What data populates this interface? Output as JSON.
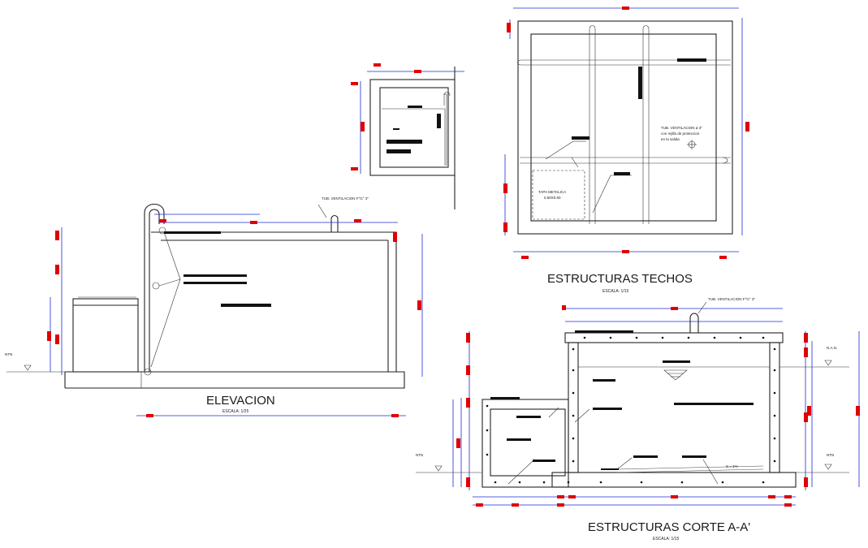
{
  "views": {
    "elevacion": {
      "title": "ELEVACION",
      "scale": "ESCALA: 1/25",
      "pipe_label": "TUB. VENTILACION    F°G° 3\"",
      "ntn_label": "NTN"
    },
    "techos": {
      "title": "ESTRUCTURAS TECHOS",
      "scale": "ESCALA: 1/15",
      "vent_note_line1": "TUB. VENTILACION ø 3\"",
      "vent_note_line2": "con rejilla de proteccion",
      "vent_note_line3": "en la salida",
      "lid_line1": "TAPA METALICA",
      "lid_line2": "0.60X0.60"
    },
    "corte": {
      "title": "ESTRUCTURAS CORTE A-A'",
      "scale": "ESCALA: 1/15",
      "pipe_label": "TUB. VENTILACION    F°G° 3\"",
      "nan_label": "N.A.N.",
      "ntn_left": "NTN",
      "ntn_right": "NTN",
      "slope_label": "S = 1%"
    }
  },
  "colors": {
    "dimension_line": "#1f2bd6",
    "dimension_text_block": "#e00000",
    "drawing_line": "#222222",
    "text_block": "#111111"
  }
}
